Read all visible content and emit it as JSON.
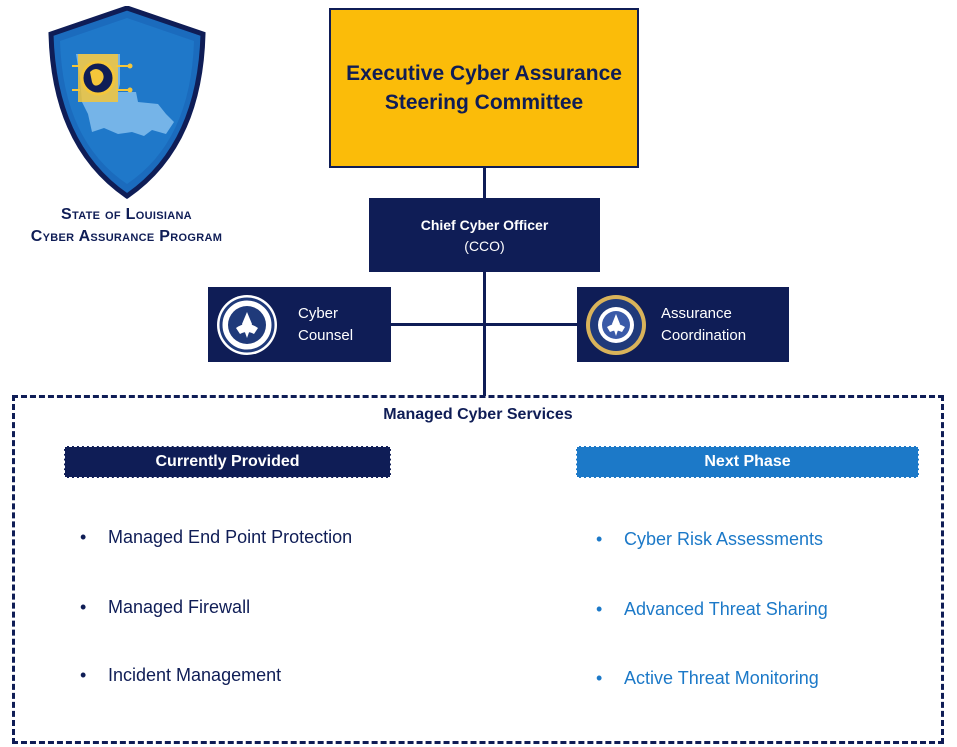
{
  "program": {
    "title_line1": "State of Louisiana",
    "title_line2": "Cyber Assurance Program",
    "logo_icon": "louisiana-shield-globe-icon"
  },
  "executive": {
    "label_line1": "Executive Cyber Assurance",
    "label_line2": "Steering Committee"
  },
  "cco": {
    "title": "Chief Cyber Officer",
    "abbr": "(CCO)"
  },
  "cyber_counsel": {
    "line1": "Cyber",
    "line2": "Counsel",
    "seal_icon": "state-of-louisiana-seal-icon"
  },
  "assurance": {
    "line1": "Assurance",
    "line2": "Coordination",
    "seal_icon": "homeland-security-seal-icon"
  },
  "services": {
    "title": "Managed Cyber Services",
    "current": {
      "header": "Currently Provided",
      "items": [
        "Managed End Point Protection",
        "Managed Firewall",
        "Incident Management"
      ]
    },
    "next": {
      "header": "Next Phase",
      "items": [
        "Cyber Risk Assessments",
        "Advanced Threat Sharing",
        "Active Threat Monitoring"
      ]
    }
  },
  "colors": {
    "navy": "#0f1d56",
    "gold": "#fbbc09",
    "blue": "#1c79c8"
  }
}
